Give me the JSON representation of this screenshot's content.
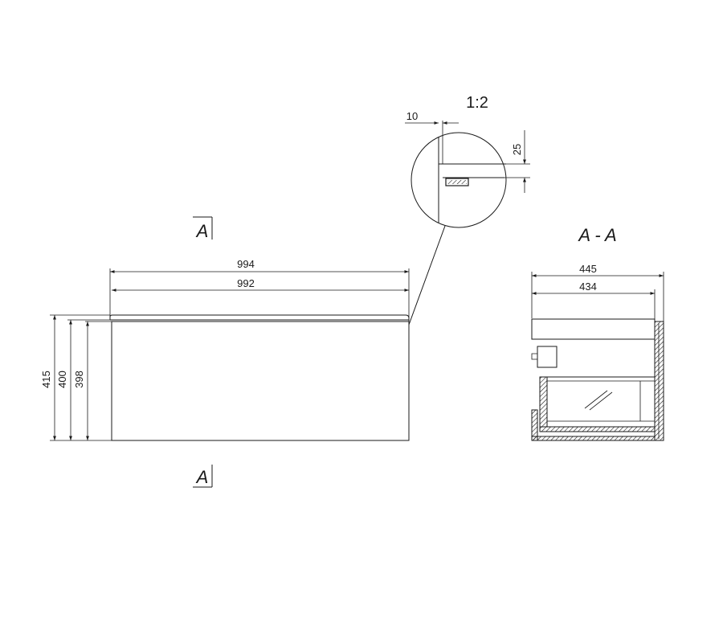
{
  "front_view": {
    "width_outer": "994",
    "width_inner": "992",
    "height_total": "415",
    "height_body": "400",
    "height_front": "398"
  },
  "section_markers": {
    "top": "A",
    "bottom": "A"
  },
  "detail": {
    "scale": "1:2",
    "gap": "10",
    "depth": "25"
  },
  "section_view": {
    "title": "A - A",
    "depth_outer": "445",
    "depth_inner": "434"
  }
}
